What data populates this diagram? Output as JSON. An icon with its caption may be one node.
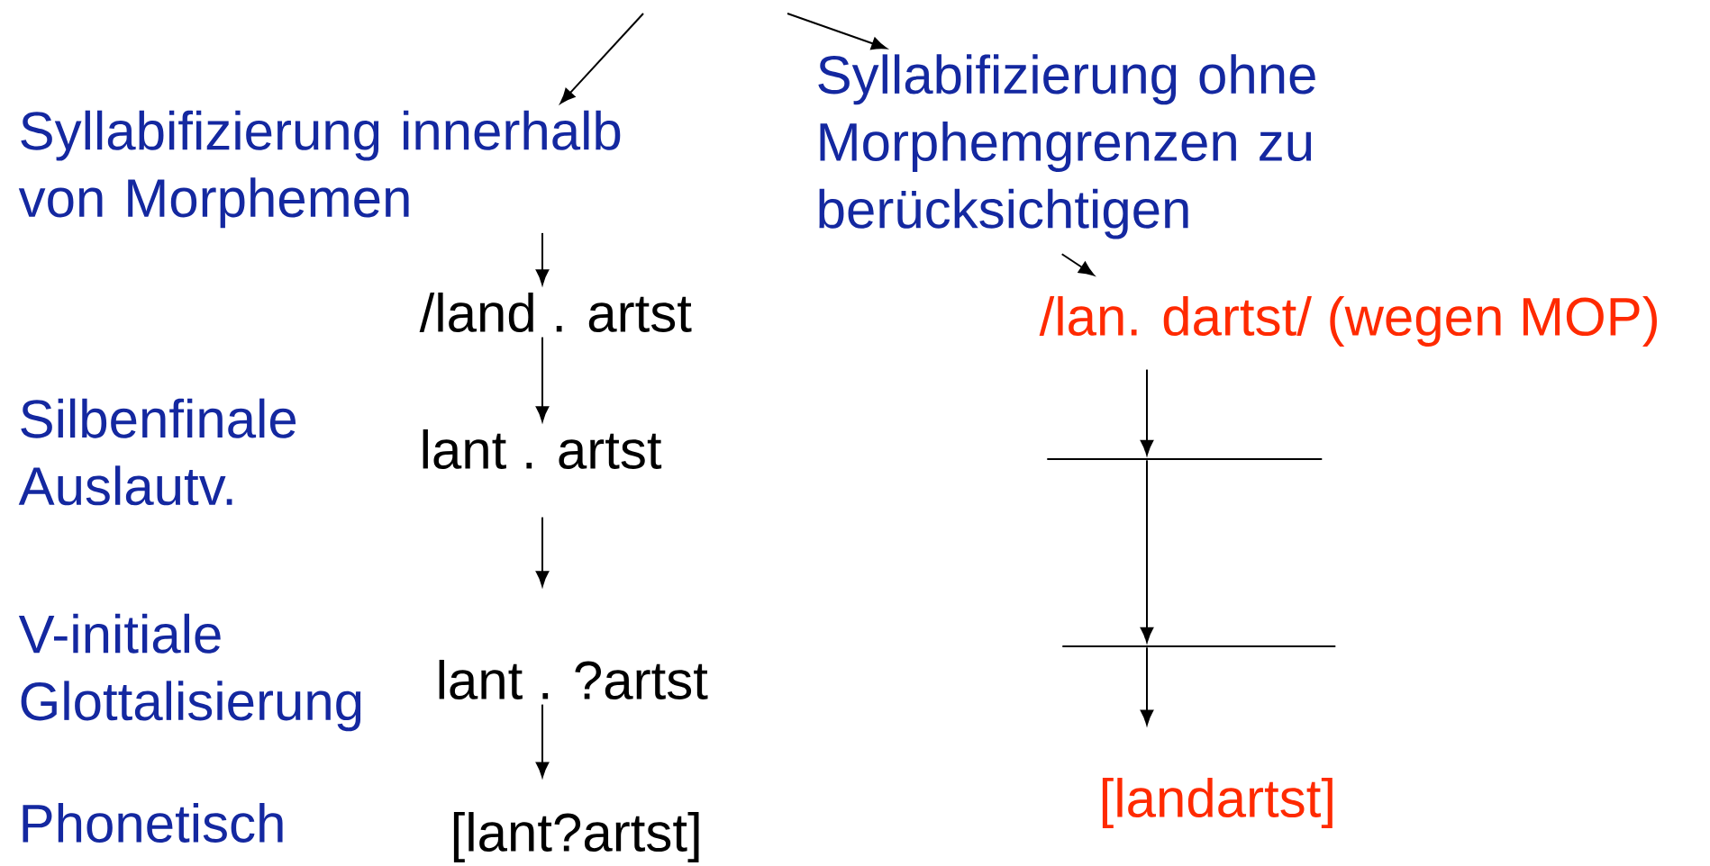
{
  "diagram": {
    "nodes": [
      {
        "text": [
          "Syllabifizierung innerhalb von Morphemen"
        ]
      },
      {
        "text": [
          "Syllabifizierung ohne Morphemgrenzen zu berücksichtigen"
        ]
      },
      {
        "text": [
          "/land . artst"
        ]
      },
      {
        "text": [
          "lant . artst"
        ]
      },
      {
        "text": [
          "lant . ?artst"
        ]
      },
      {
        "text": [
          "[lant?artst]"
        ]
      },
      {
        "text": [
          "/lan. dartst/ (wegen MOP)"
        ]
      },
      {
        "text": [],
        "shape": "line"
      },
      {
        "text": [],
        "shape": "line"
      },
      {
        "text": [
          "[landartst]"
        ]
      }
    ],
    "edges": [
      {
        "from": null,
        "to": 0,
        "arrow": "to"
      },
      {
        "from": null,
        "to": 1,
        "arrow": "to"
      },
      {
        "from": 0,
        "to": 2,
        "arrow": "to"
      },
      {
        "from": 2,
        "to": 3,
        "arrow": "to"
      },
      {
        "from": 3,
        "to": 4,
        "arrow": "to"
      },
      {
        "from": 4,
        "to": 5,
        "arrow": "to"
      },
      {
        "from": 1,
        "to": 6,
        "arrow": "to"
      },
      {
        "from": 6,
        "to": 7,
        "arrow": "to"
      },
      {
        "from": 7,
        "to": 8,
        "arrow": "to"
      },
      {
        "from": 8,
        "to": 9,
        "arrow": "to"
      }
    ],
    "labels": [
      "Silbenfinale Auslautv.",
      "V-initiale Glottalisierung",
      "Phonetisch"
    ]
  }
}
